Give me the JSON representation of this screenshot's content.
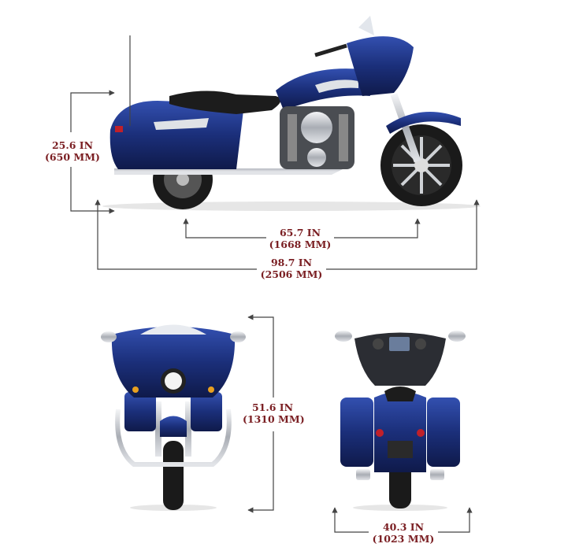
{
  "dimensions": {
    "seat_height": {
      "in": "25.6 IN",
      "mm": "(650 MM)"
    },
    "wheelbase": {
      "in": "65.7 IN",
      "mm": "(1668 MM)"
    },
    "overall_length": {
      "in": "98.7 IN",
      "mm": "(2506 MM)"
    },
    "overall_height": {
      "in": "51.6 IN",
      "mm": "(1310 MM)"
    },
    "overall_width": {
      "in": "40.3 IN",
      "mm": "(1023 MM)"
    }
  },
  "colors": {
    "label": "#7a1e22",
    "dimension_line": "#444444",
    "paint_blue": "#1b2f7a",
    "paint_dark": "#0f1a4a",
    "chrome": "#c9ccd1",
    "tire": "#1a1a1a"
  }
}
